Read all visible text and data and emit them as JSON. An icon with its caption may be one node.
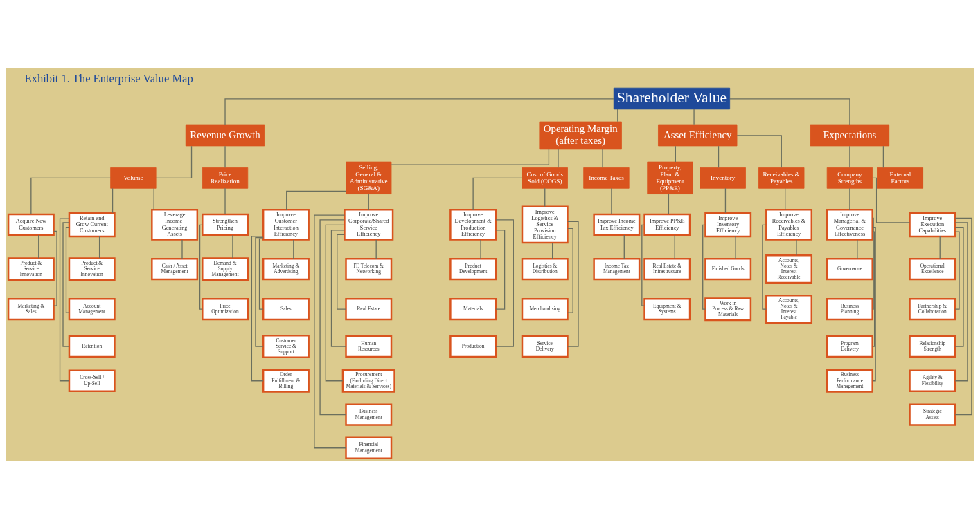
{
  "diagram": {
    "title": "Exhibit 1. The Enterprise Value Map",
    "nodes": [
      {
        "text": [
          "Shareholder Value"
        ]
      },
      {
        "text": [
          "Revenue Growth"
        ]
      },
      {
        "text": [
          "Volume"
        ]
      },
      {
        "text": [
          "Acquire New Customers"
        ]
      },
      {
        "text": [
          "Product & Service Innovation"
        ]
      },
      {
        "text": [
          "Marketing & Sales"
        ]
      },
      {
        "text": [
          "Retain and Grow Current Customers"
        ]
      },
      {
        "text": [
          "Product & Service Innovation"
        ]
      },
      {
        "text": [
          "Account Management"
        ]
      },
      {
        "text": [
          "Retention"
        ]
      },
      {
        "text": [
          "Cross-Sell / Up-Sell"
        ]
      },
      {
        "text": [
          "Leverage Income-Generating Assets"
        ]
      },
      {
        "text": [
          "Cash / Asset Management"
        ]
      },
      {
        "text": [
          "Price Realization"
        ]
      },
      {
        "text": [
          "Strengthen Pricing"
        ]
      },
      {
        "text": [
          "Demand & Supply Management"
        ]
      },
      {
        "text": [
          "Price Optimization"
        ]
      },
      {
        "text": [
          "Operating Margin",
          "(after taxes)"
        ]
      },
      {
        "text": [
          "Selling, General & Administrative (SG&A)"
        ]
      },
      {
        "text": [
          "Improve Customer Interaction Efficiency"
        ]
      },
      {
        "text": [
          "Marketing & Advertising"
        ]
      },
      {
        "text": [
          "Sales"
        ]
      },
      {
        "text": [
          "Customer Service & Support"
        ]
      },
      {
        "text": [
          "Order Fulfillment & Billing"
        ]
      },
      {
        "text": [
          "Improve Corporate/Shared Service Efficiency"
        ]
      },
      {
        "text": [
          "IT, Telecom & Networking"
        ]
      },
      {
        "text": [
          "Real Estate"
        ]
      },
      {
        "text": [
          "Human Resources"
        ]
      },
      {
        "text": [
          "Procurement",
          "(Excluding Direct Materials & Services)"
        ]
      },
      {
        "text": [
          "Business Management"
        ]
      },
      {
        "text": [
          "Financial Management"
        ]
      },
      {
        "text": [
          "Cost of Goods Sold (COGS)"
        ]
      },
      {
        "text": [
          "Improve Development & Production Efficiency"
        ]
      },
      {
        "text": [
          "Product Development"
        ]
      },
      {
        "text": [
          "Materials"
        ]
      },
      {
        "text": [
          "Production"
        ]
      },
      {
        "text": [
          "Improve Logistics & Service Provision Efficiency"
        ]
      },
      {
        "text": [
          "Logistics & Distribution"
        ]
      },
      {
        "text": [
          "Merchandising"
        ]
      },
      {
        "text": [
          "Service Delivery"
        ]
      },
      {
        "text": [
          "Income Taxes"
        ]
      },
      {
        "text": [
          "Improve Income Tax Efficiency"
        ]
      },
      {
        "text": [
          "Income Tax Management"
        ]
      },
      {
        "text": [
          "Asset Efficiency"
        ]
      },
      {
        "text": [
          "Property, Plant & Equipment (PP&E)"
        ]
      },
      {
        "text": [
          "Improve PP&E Efficiency"
        ]
      },
      {
        "text": [
          "Real Estate & Infrastructure"
        ]
      },
      {
        "text": [
          "Equipment & Systems"
        ]
      },
      {
        "text": [
          "Inventory"
        ]
      },
      {
        "text": [
          "Improve Inventory Efficiency"
        ]
      },
      {
        "text": [
          "Finished Goods"
        ]
      },
      {
        "text": [
          "Work in Process & Raw Materials"
        ]
      },
      {
        "text": [
          "Receivables & Payables"
        ]
      },
      {
        "text": [
          "Improve Receivables & Payables Efficiency"
        ]
      },
      {
        "text": [
          "Accounts, Notes & Interest Receivable"
        ]
      },
      {
        "text": [
          "Accounts, Notes & Interest Payable"
        ]
      },
      {
        "text": [
          "Expectations"
        ]
      },
      {
        "text": [
          "Company Strengths"
        ]
      },
      {
        "text": [
          "Improve Managerial & Governance Effectiveness"
        ]
      },
      {
        "text": [
          "Governance"
        ]
      },
      {
        "text": [
          "Business Planning"
        ]
      },
      {
        "text": [
          "Program Delivery"
        ]
      },
      {
        "text": [
          "Business Performance Management"
        ]
      },
      {
        "text": [
          "Improve Execution Capabilities"
        ]
      },
      {
        "text": [
          "Operational Excellence"
        ]
      },
      {
        "text": [
          "Partnership & Collaboration"
        ]
      },
      {
        "text": [
          "Relationship Strength"
        ]
      },
      {
        "text": [
          "Agility & Flexibility"
        ]
      },
      {
        "text": [
          "Strategic Assets"
        ]
      },
      {
        "text": [
          "External Factors"
        ]
      }
    ],
    "edges": [
      {
        "from": 0,
        "to": 1,
        "arrow": "none"
      },
      {
        "from": 0,
        "to": 17,
        "arrow": "none"
      },
      {
        "from": 0,
        "to": 43,
        "arrow": "none"
      },
      {
        "from": 0,
        "to": 56,
        "arrow": "none"
      },
      {
        "from": 1,
        "to": 2,
        "arrow": "none"
      },
      {
        "from": 1,
        "to": 13,
        "arrow": "none"
      },
      {
        "from": 2,
        "to": 3,
        "arrow": "none"
      },
      {
        "from": 2,
        "to": 6,
        "arrow": "none"
      },
      {
        "from": 2,
        "to": 11,
        "arrow": "none"
      },
      {
        "from": 3,
        "to": 4,
        "arrow": "none"
      },
      {
        "from": 3,
        "to": 5,
        "arrow": "none"
      },
      {
        "from": 6,
        "to": 7,
        "arrow": "none"
      },
      {
        "from": 6,
        "to": 8,
        "arrow": "none"
      },
      {
        "from": 6,
        "to": 9,
        "arrow": "none"
      },
      {
        "from": 6,
        "to": 10,
        "arrow": "none"
      },
      {
        "from": 11,
        "to": 12,
        "arrow": "none"
      },
      {
        "from": 13,
        "to": 14,
        "arrow": "none"
      },
      {
        "from": 14,
        "to": 15,
        "arrow": "none"
      },
      {
        "from": 14,
        "to": 16,
        "arrow": "none"
      },
      {
        "from": 17,
        "to": 18,
        "arrow": "none"
      },
      {
        "from": 17,
        "to": 31,
        "arrow": "none"
      },
      {
        "from": 17,
        "to": 40,
        "arrow": "none"
      },
      {
        "from": 18,
        "to": 19,
        "arrow": "none"
      },
      {
        "from": 18,
        "to": 24,
        "arrow": "none"
      },
      {
        "from": 19,
        "to": 20,
        "arrow": "none"
      },
      {
        "from": 19,
        "to": 21,
        "arrow": "none"
      },
      {
        "from": 19,
        "to": 22,
        "arrow": "none"
      },
      {
        "from": 19,
        "to": 23,
        "arrow": "none"
      },
      {
        "from": 24,
        "to": 25,
        "arrow": "none"
      },
      {
        "from": 24,
        "to": 26,
        "arrow": "none"
      },
      {
        "from": 24,
        "to": 27,
        "arrow": "none"
      },
      {
        "from": 24,
        "to": 28,
        "arrow": "none"
      },
      {
        "from": 24,
        "to": 29,
        "arrow": "none"
      },
      {
        "from": 24,
        "to": 30,
        "arrow": "none"
      },
      {
        "from": 31,
        "to": 32,
        "arrow": "none"
      },
      {
        "from": 31,
        "to": 36,
        "arrow": "none"
      },
      {
        "from": 32,
        "to": 33,
        "arrow": "none"
      },
      {
        "from": 32,
        "to": 34,
        "arrow": "none"
      },
      {
        "from": 32,
        "to": 35,
        "arrow": "none"
      },
      {
        "from": 36,
        "to": 37,
        "arrow": "none"
      },
      {
        "from": 36,
        "to": 38,
        "arrow": "none"
      },
      {
        "from": 36,
        "to": 39,
        "arrow": "none"
      },
      {
        "from": 40,
        "to": 41,
        "arrow": "none"
      },
      {
        "from": 41,
        "to": 42,
        "arrow": "none"
      },
      {
        "from": 43,
        "to": 44,
        "arrow": "none"
      },
      {
        "from": 43,
        "to": 48,
        "arrow": "none"
      },
      {
        "from": 43,
        "to": 52,
        "arrow": "none"
      },
      {
        "from": 44,
        "to": 45,
        "arrow": "none"
      },
      {
        "from": 45,
        "to": 46,
        "arrow": "none"
      },
      {
        "from": 45,
        "to": 47,
        "arrow": "none"
      },
      {
        "from": 48,
        "to": 49,
        "arrow": "none"
      },
      {
        "from": 49,
        "to": 50,
        "arrow": "none"
      },
      {
        "from": 49,
        "to": 51,
        "arrow": "none"
      },
      {
        "from": 52,
        "to": 53,
        "arrow": "none"
      },
      {
        "from": 53,
        "to": 54,
        "arrow": "none"
      },
      {
        "from": 53,
        "to": 55,
        "arrow": "none"
      },
      {
        "from": 56,
        "to": 57,
        "arrow": "none"
      },
      {
        "from": 56,
        "to": 69,
        "arrow": "none"
      },
      {
        "from": 57,
        "to": 58,
        "arrow": "none"
      },
      {
        "from": 57,
        "to": 63,
        "arrow": "none"
      },
      {
        "from": 58,
        "to": 59,
        "arrow": "none"
      },
      {
        "from": 58,
        "to": 60,
        "arrow": "none"
      },
      {
        "from": 58,
        "to": 61,
        "arrow": "none"
      },
      {
        "from": 58,
        "to": 62,
        "arrow": "none"
      },
      {
        "from": 63,
        "to": 64,
        "arrow": "none"
      },
      {
        "from": 63,
        "to": 65,
        "arrow": "none"
      },
      {
        "from": 63,
        "to": 66,
        "arrow": "none"
      },
      {
        "from": 63,
        "to": 67,
        "arrow": "none"
      },
      {
        "from": 63,
        "to": 68,
        "arrow": "none"
      }
    ]
  }
}
